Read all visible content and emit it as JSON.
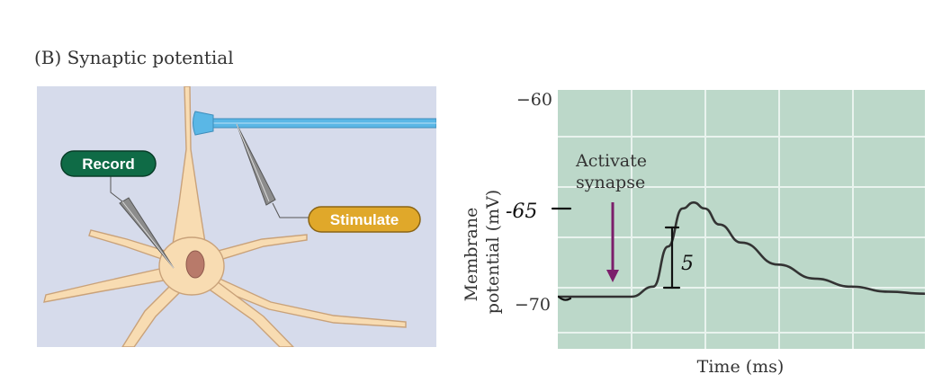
{
  "panel_title": "(B)  Synaptic potential",
  "neuron": {
    "record_label": "Record",
    "stimulate_label": "Stimulate",
    "colors": {
      "background": "#d6dbeb",
      "cell": "#f8dcb2",
      "cell_outline": "#c9a27a",
      "nucleus": "#b87a6a",
      "record_pill": "#0f6b46",
      "stimulate_pill": "#e0a82a",
      "axon": "#5ab7e6"
    }
  },
  "plot": {
    "ylabel": "Membrane potential (mV)",
    "xlabel": "Time (ms)",
    "y_ticks": [
      "−60",
      "−70"
    ],
    "annotation": "Activate\nsynapse",
    "handwritten": {
      "tick_label": "-65",
      "amplitude_label": "5"
    },
    "colors": {
      "background": "#bcd8c9",
      "grid": "#e9f3ee",
      "trace": "#333333",
      "arrow": "#7b1e6b"
    }
  },
  "chart_data": {
    "type": "line",
    "title": "",
    "xlabel": "Time (ms)",
    "ylabel": "Membrane potential (mV)",
    "ylim": [
      -73,
      -60
    ],
    "grid": true,
    "series": [
      {
        "x": [
          0,
          1,
          2,
          2.6,
          3,
          3.4,
          3.7,
          4,
          4.4,
          5,
          6,
          7,
          8,
          9,
          10
        ],
        "values": [
          -70,
          -70,
          -70,
          -69.5,
          -67.5,
          -65.6,
          -65.3,
          -65.6,
          -66.4,
          -67.3,
          -68.4,
          -69.1,
          -69.5,
          -69.75,
          -69.85
        ]
      }
    ],
    "annotations": [
      "Activate synapse"
    ]
  }
}
